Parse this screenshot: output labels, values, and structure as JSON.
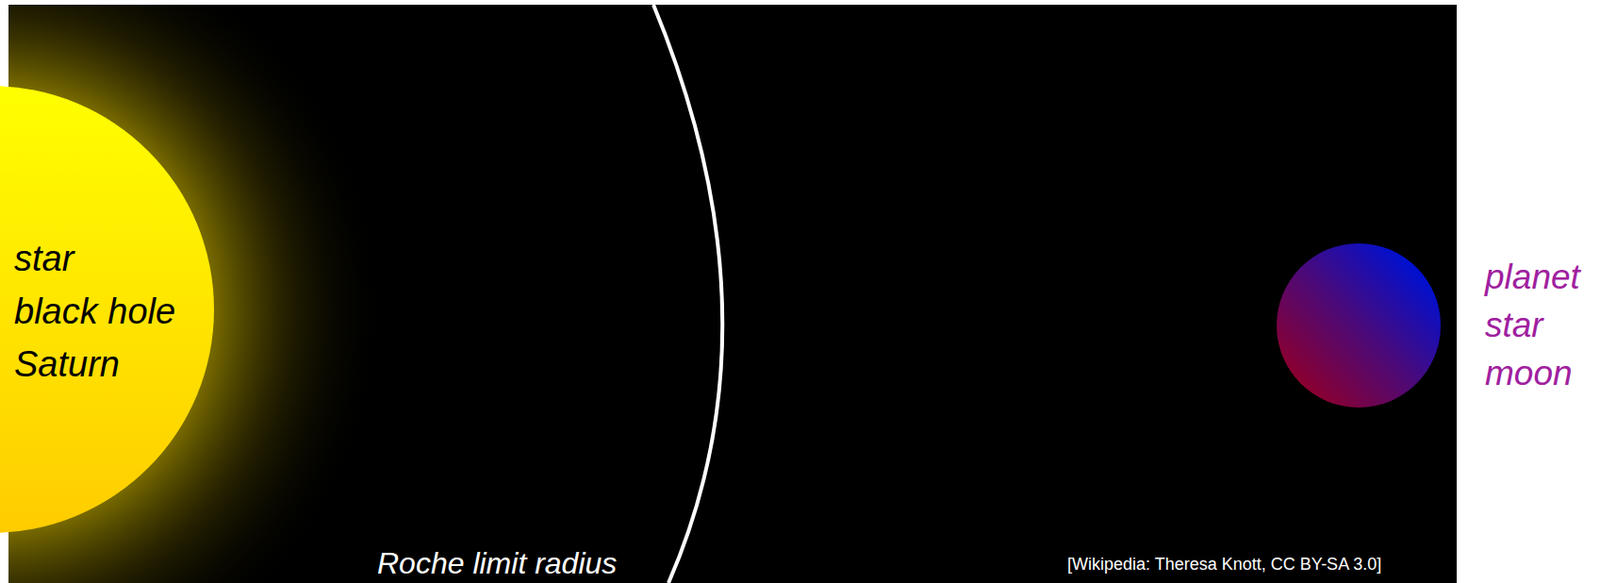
{
  "diagram": {
    "nodes": [
      {
        "text": [
          "star",
          "black hole",
          "Saturn"
        ]
      },
      {
        "text": [
          "planet",
          "star",
          "moon"
        ]
      }
    ],
    "labels": [
      "Roche limit radius",
      "[Wikipedia: Theresa Knott, CC BY-SA 3.0]"
    ]
  }
}
